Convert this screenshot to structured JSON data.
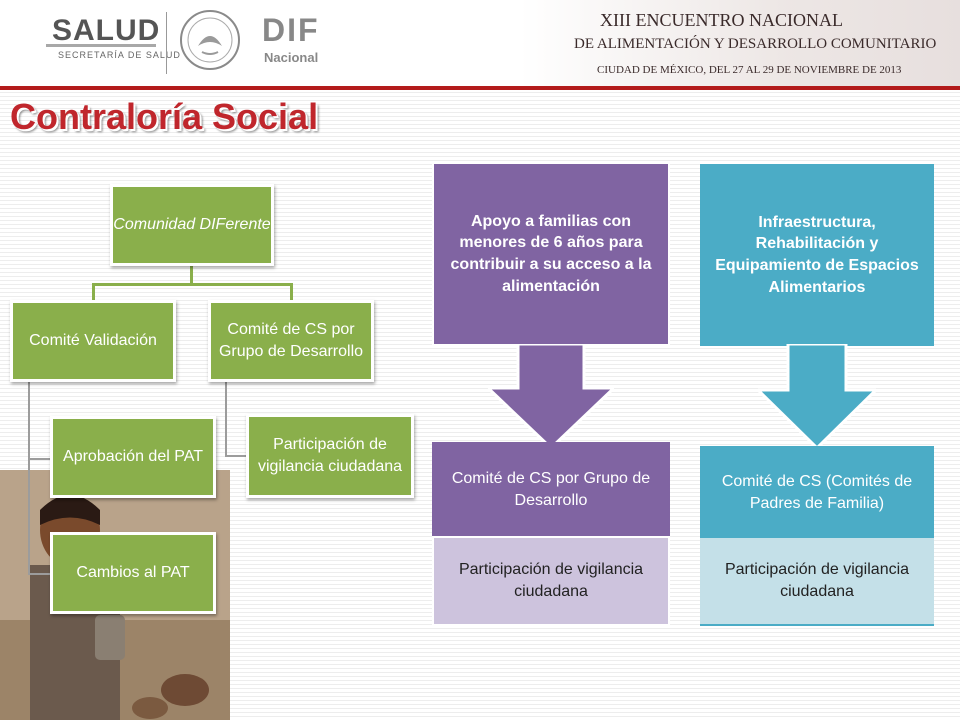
{
  "header": {
    "salud_title": "SALUD",
    "salud_subtitle": "SECRETARÍA DE SALUD",
    "dif_title": "DIF",
    "dif_subtitle": "Nacional",
    "event_line1": "XIII ENCUENTRO NACIONAL",
    "event_line2": "DE ALIMENTACIÓN Y DESARROLLO COMUNITARIO",
    "event_line3": "CIUDAD DE MÉXICO, DEL 27 AL 29 DE NOVIEMBRE DE 2013"
  },
  "title": "Contraloría Social",
  "org_chart": {
    "root": "Comunidad DIFerente",
    "left_branch": "Comité Validación",
    "left_children": [
      "Aprobación del PAT",
      "Cambios al PAT"
    ],
    "right_branch": "Comité de CS por Grupo de Desarrollo",
    "right_children": [
      "Participación de vigilancia ciudadana"
    ]
  },
  "panel_purple": {
    "top": "Apoyo a familias con menores de 6 años para contribuir a su acceso a la alimentación",
    "middle": "Comité de CS por Grupo de Desarrollo",
    "bottom": "Participación de vigilancia ciudadana"
  },
  "panel_teal": {
    "top": "Infraestructura, Rehabilitación y Equipamiento de Espacios Alimentarios",
    "middle": "Comité de CS (Comités de Padres de Familia)",
    "bottom": "Participación de vigilancia ciudadana"
  },
  "colors": {
    "green": "#8aaf4b",
    "purple": "#8064a2",
    "purple_light": "#cdc3dd",
    "teal": "#4bacc6",
    "teal_light": "#c4e0e8",
    "title_red": "#c0262c"
  }
}
